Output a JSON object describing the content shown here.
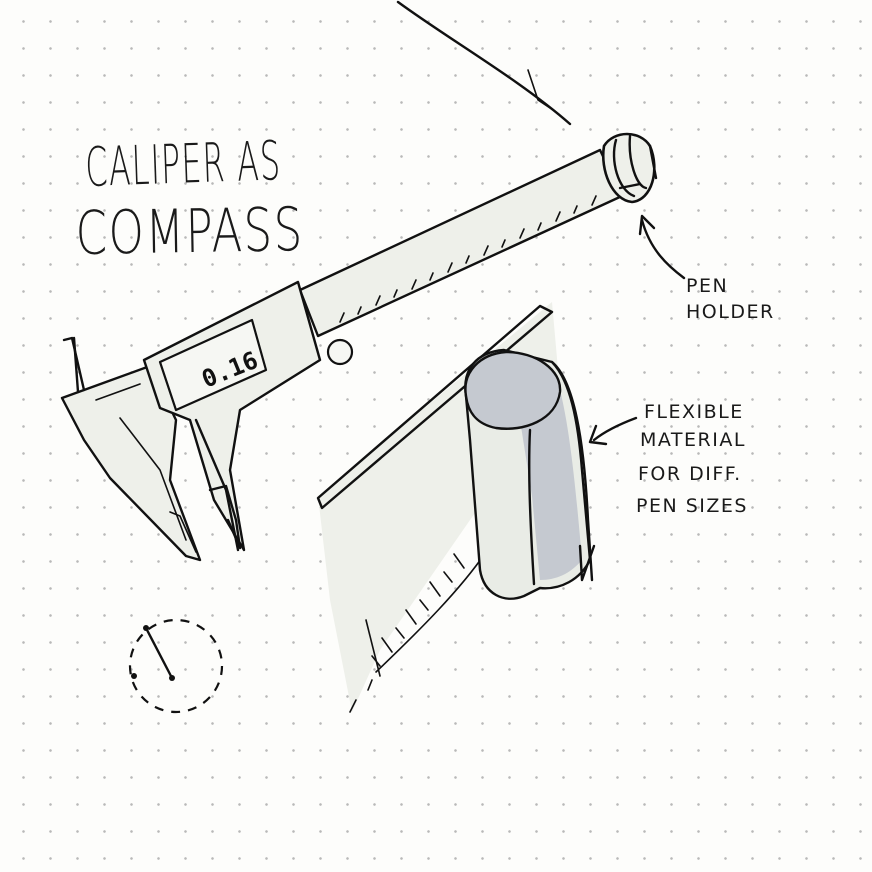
{
  "title": {
    "line1": "CALIPER AS",
    "line2": "COMPASS"
  },
  "caliper": {
    "display_reading": "0.16"
  },
  "annotations": {
    "pen_holder": [
      "PEN",
      "HOLDER"
    ],
    "flexible_material": [
      "FLEXIBLE",
      "MATERIAL",
      "FOR DIFF.",
      "PEN SIZES"
    ]
  },
  "colors": {
    "paper": "#fdfdfb",
    "dot_grid": "#b9b9b9",
    "ink": "#111111",
    "highlight_light": "#eef0ea",
    "shade_grey": "#c5c9d0"
  }
}
